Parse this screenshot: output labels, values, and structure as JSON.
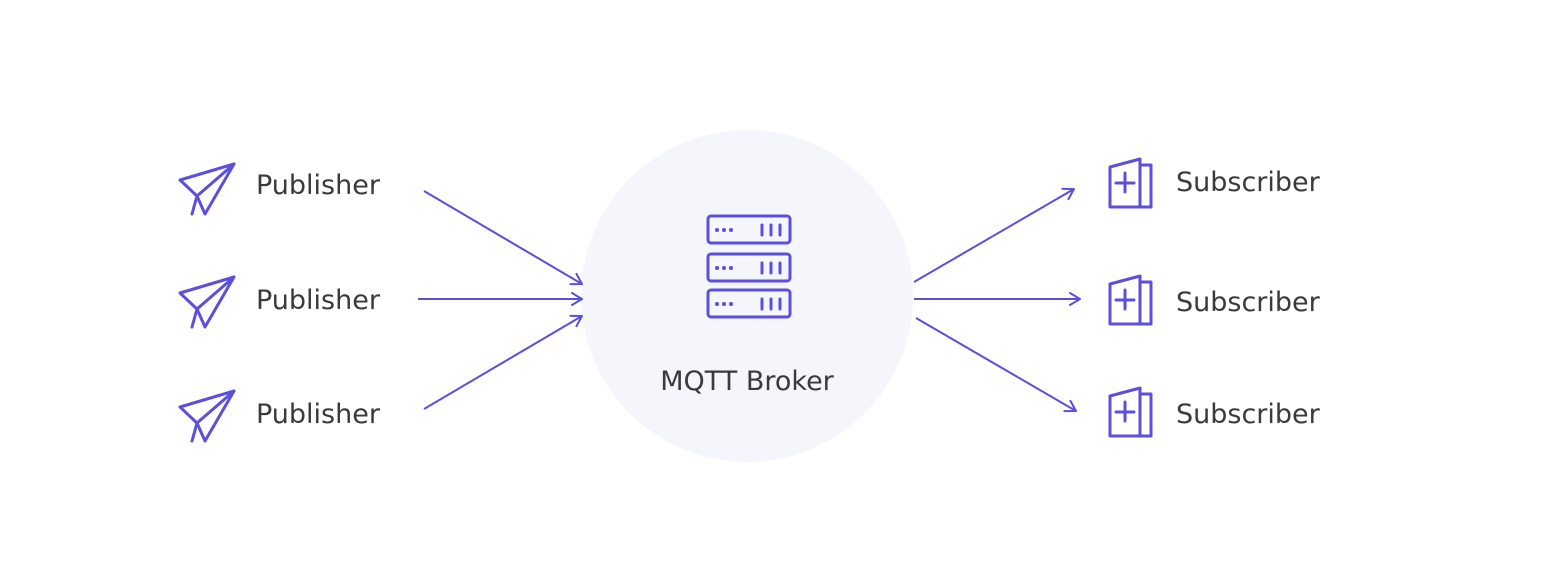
{
  "diagram": {
    "broker": {
      "label": "MQTT Broker",
      "icon": "server-icon"
    },
    "publishers": [
      {
        "label": "Publisher",
        "icon": "paper-plane-icon"
      },
      {
        "label": "Publisher",
        "icon": "paper-plane-icon"
      },
      {
        "label": "Publisher",
        "icon": "paper-plane-icon"
      }
    ],
    "subscribers": [
      {
        "label": "Subscriber",
        "icon": "subscribe-card-icon"
      },
      {
        "label": "Subscriber",
        "icon": "subscribe-card-icon"
      },
      {
        "label": "Subscriber",
        "icon": "subscribe-card-icon"
      }
    ]
  },
  "colors": {
    "accent": "#5b4fdc",
    "broker_fill": "#f5f5fc",
    "text": "#3a3a3a",
    "background": "#ffffff"
  }
}
